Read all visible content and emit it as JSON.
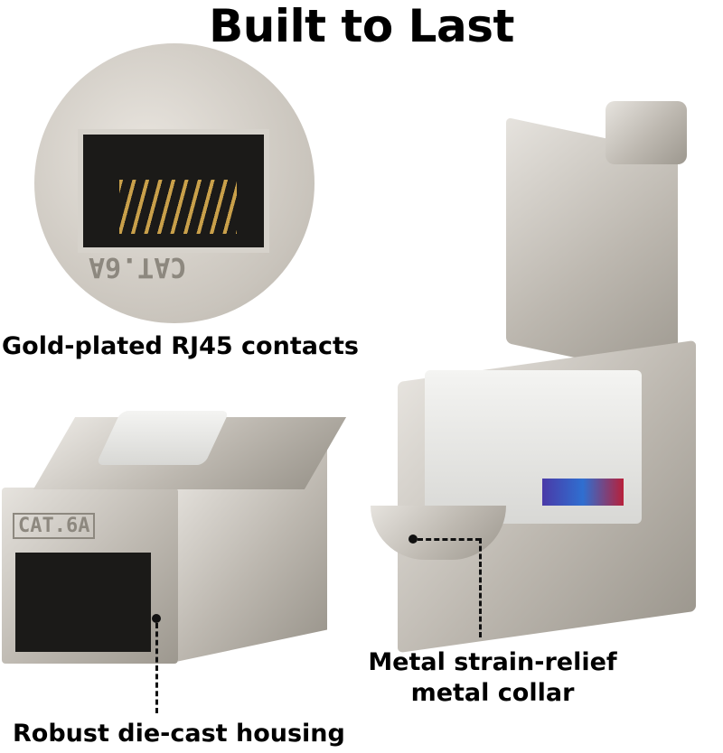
{
  "title": "Built to Last",
  "callouts": {
    "contacts": "Gold-plated RJ45 contacts",
    "collar_line1": "Metal strain-relief",
    "collar_line2": "metal collar",
    "housing": "Robust die-cast housing"
  },
  "product_markings": {
    "circle_marking": "CAT.6A",
    "jack_marking": "CAT.6A"
  },
  "colors": {
    "metal": "#c4bfb7",
    "plastic": "#e8e8e6",
    "contacts": "#c9a04a",
    "text": "#000000"
  }
}
